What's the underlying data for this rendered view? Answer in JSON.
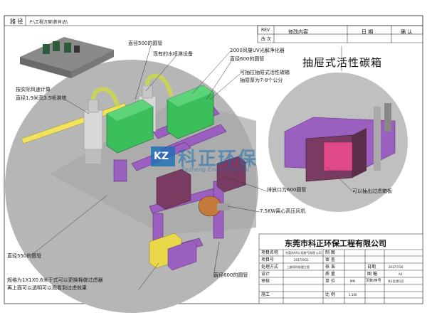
{
  "header": {
    "path_label": "路 径",
    "path_value": "F:\\工程方案\\新肖达\\",
    "rev_label": "REV",
    "change_label": "改 次",
    "modify_label": "修改内容",
    "date_label": "日 期",
    "confirm_label": "确 认"
  },
  "annotations": {
    "duct500": "直径500的圆管",
    "spray": "现有的水喷淋设备",
    "uv": "2000风量UV光解净化器",
    "dia600": "直径600的圆管",
    "carbon_line1": "可抽拉抽屉式活性碳箱",
    "carbon_line2": "抽屉厚为7-8个公分",
    "measure_line1": "按实际风速计算",
    "measure_line2": "直径1.9米高3.5喷淋塔",
    "outlet": "排放口为600圆管",
    "fan": "7.5KW离心高压风机",
    "dia550": "直径550的圆管",
    "filter_line1": "规格为1X1X0.6米于式可以更换棉做过虑器",
    "filter_line2": "再上面可以透明可以观看到过虑效果",
    "dia600b": "直径600的圆管"
  },
  "detail": {
    "title": "抽屉式活性碳箱",
    "note": "可以抽出过虑箱板"
  },
  "logo": {
    "mark": "KZ",
    "name": "科正环保",
    "en": "Kezheng Environmental"
  },
  "titleblock": {
    "company": "东莞市科正环保工程有限公司",
    "project_name_label": "项目名称",
    "project_name_value": "东莞市XX公司废气处理 公司",
    "drawn_label": "制 图",
    "project_no_label": "项目号",
    "project_no_value": "2017XX11",
    "review_label": "审 查",
    "process_label": "处理方式",
    "process_value": "三废同时处理工程",
    "approve_label": "核 准",
    "date_label": "日期",
    "date_value": "2017/7/26",
    "design_label": "设计",
    "quality_label": "质 量",
    "size_label": "图 幅",
    "size_value": "A4",
    "check_label": "审核",
    "unit_label": "单 位",
    "unit_value": "MM",
    "sheet_label": "页数/序号",
    "sheet_value": "共1页/第1页",
    "construct_label": "施工",
    "scale_label": "比 例",
    "scale_value": "1:100"
  }
}
